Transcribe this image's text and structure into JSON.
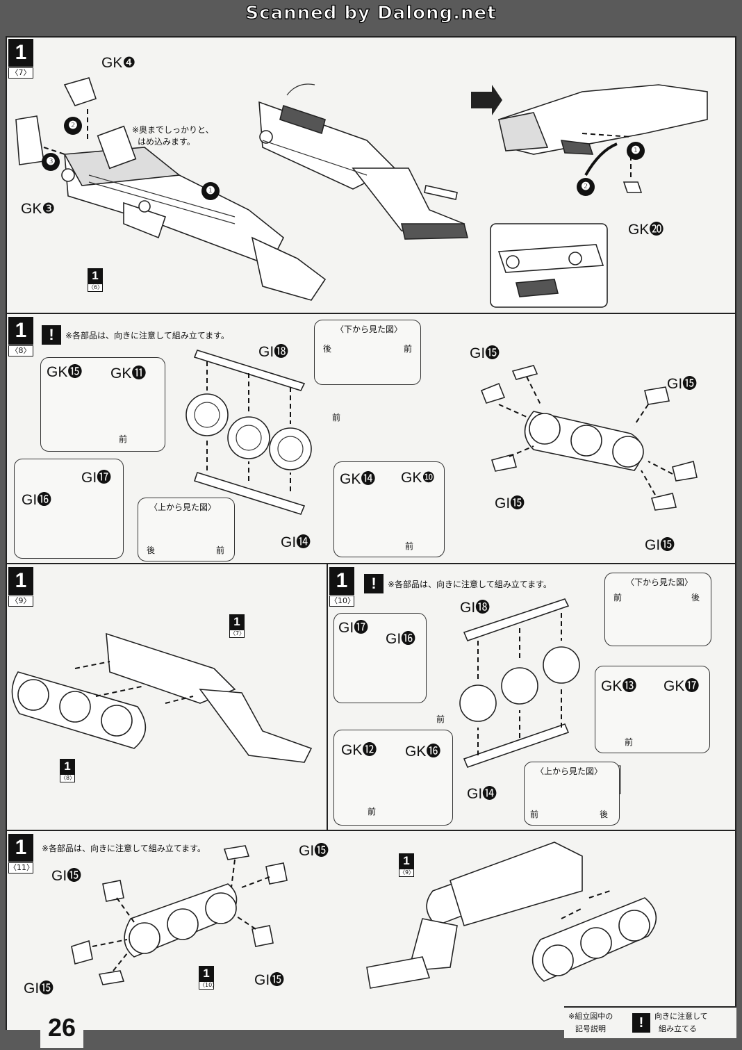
{
  "banner": "Scanned by Dalong.net",
  "page_number": "26",
  "steps": {
    "s7": {
      "num": "1",
      "sub": "〈7〉"
    },
    "s8": {
      "num": "1",
      "sub": "〈8〉"
    },
    "s9": {
      "num": "1",
      "sub": "〈9〉"
    },
    "s10": {
      "num": "1",
      "sub": "〈10〉"
    },
    "s11": {
      "num": "1",
      "sub": "〈11〉"
    }
  },
  "ref_steps": {
    "r6": {
      "num": "1",
      "sub": "〈6〉"
    },
    "r7": {
      "num": "1",
      "sub": "〈7〉"
    },
    "r8": {
      "num": "1",
      "sub": "〈8〉"
    },
    "r9": {
      "num": "1",
      "sub": "〈9〉"
    },
    "r10": {
      "num": "1",
      "sub": "〈10〉"
    }
  },
  "notes": {
    "press_fit_1": "※奥までしっかりと、",
    "press_fit_2": "はめ込みます。",
    "orientation": "※各部品は、向きに注意して組み立てます。"
  },
  "views": {
    "from_below": "〈下から見た図〉",
    "from_above": "〈上から見た図〉"
  },
  "dirs": {
    "front": "前",
    "back": "後"
  },
  "parts": {
    "gk": "GK",
    "gi": "GI",
    "n3": "❸",
    "n4": "❹",
    "n10": "❿",
    "n11": "⓫",
    "n12": "⓬",
    "n13": "⓭",
    "n14": "⓮",
    "n15": "⓯",
    "n16": "⓰",
    "n17": "⓱",
    "n18": "⓲",
    "n20": "⓴"
  },
  "arrow_nums": {
    "a1": "❶",
    "a2": "❷",
    "a3": "❸"
  },
  "warn_icon": "!",
  "legend": {
    "left_1": "※組立図中の",
    "left_2": "記号説明",
    "right_1": "向きに注意して",
    "right_2": "組み立てる"
  }
}
